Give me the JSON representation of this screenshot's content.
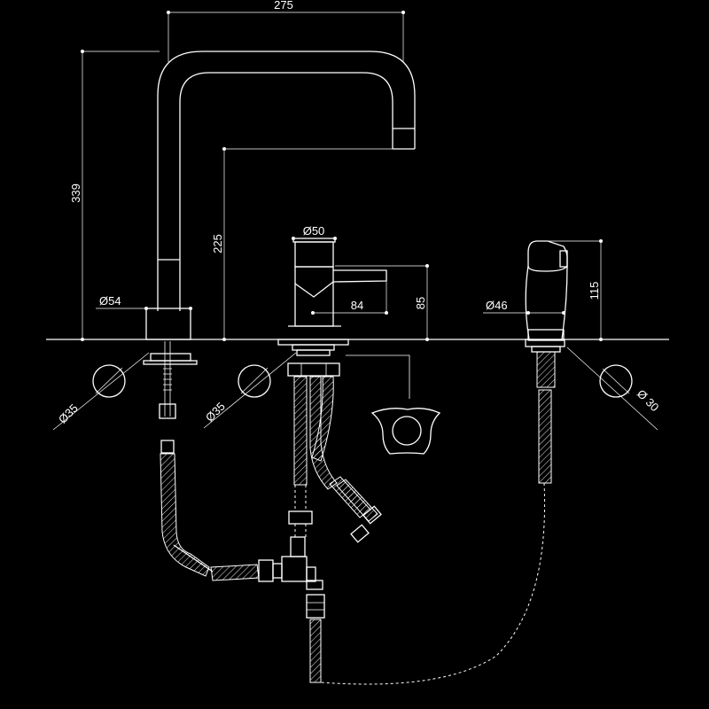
{
  "drawing": {
    "background_color": "#000000",
    "line_color": "#ffffff",
    "dimensions": {
      "spout_reach": "275",
      "spout_height": "339",
      "spout_outlet_height": "225",
      "spout_base_diameter": "Ø54",
      "spout_hole_diameter": "Ø35",
      "mixer_body_diameter": "Ø50",
      "mixer_lever_length": "84",
      "mixer_height": "85",
      "mixer_hole_diameter": "Ø35",
      "spray_height": "115",
      "spray_base_diameter": "Ø46",
      "spray_hole_diameter": "Ø 30"
    }
  }
}
